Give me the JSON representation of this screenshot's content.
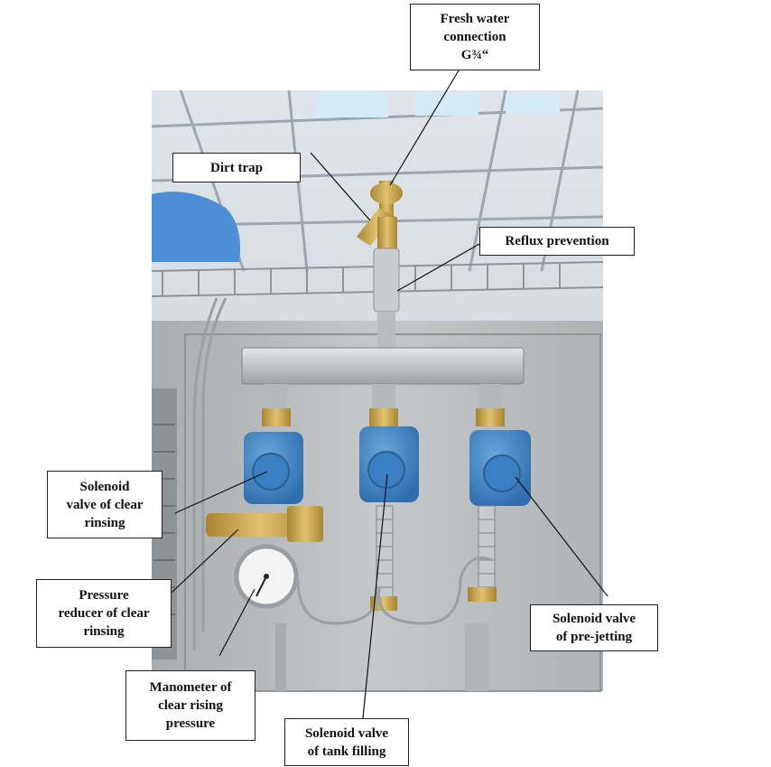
{
  "labels": {
    "fresh_water": "Fresh water\nconnection\nG¾“",
    "dirt_trap": "Dirt trap",
    "reflux": "Reflux prevention",
    "sv_clear": "Solenoid\nvalve of clear\nrinsing",
    "pressure_reducer": "Pressure\nreducer of clear\nrinsing",
    "manometer": "Manometer of\nclear rising\npressure",
    "sv_tank": "Solenoid valve\nof tank filling",
    "sv_prejet": "Solenoid valve\nof pre-jetting"
  },
  "colors": {
    "valve_blue": "#3f86c8",
    "brass": "#c9a64e",
    "steel": "#b8bcbf",
    "cable": "#9aa0a6"
  }
}
